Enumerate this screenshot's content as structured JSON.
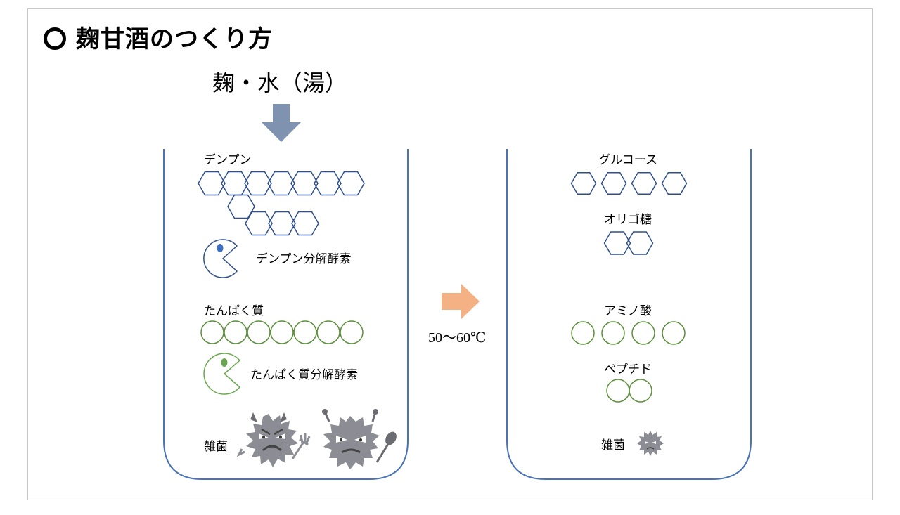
{
  "title": "麹甘酒のつくり方",
  "ingredients": "麹・水（湯）",
  "condition": "50〜60℃",
  "before": {
    "starch": "デンプン",
    "starch_enzyme": "デンプン分解酵素",
    "protein": "たんぱく質",
    "protein_enzyme": "たんぱく質分解酵素",
    "bacteria": "雑菌"
  },
  "after": {
    "glucose": "グルコース",
    "oligosaccharide": "オリゴ糖",
    "amino_acid": "アミノ酸",
    "peptide": "ペプチド",
    "bacteria": "雑菌"
  },
  "colors": {
    "beaker": "#4a73b5",
    "hexagon": "#2e4f8f",
    "enzyme_starch": "#2e4f8f",
    "enzyme_starch_eye": "#3b6fc4",
    "circle": "#5b8f3a",
    "enzyme_protein": "#6aa84f",
    "enzyme_protein_eye": "#6aa84f",
    "arrow_down": "#7f93b0",
    "arrow_right": "#f4b183",
    "germ": "#8c8c94",
    "germ_dark": "#6b6b72"
  }
}
